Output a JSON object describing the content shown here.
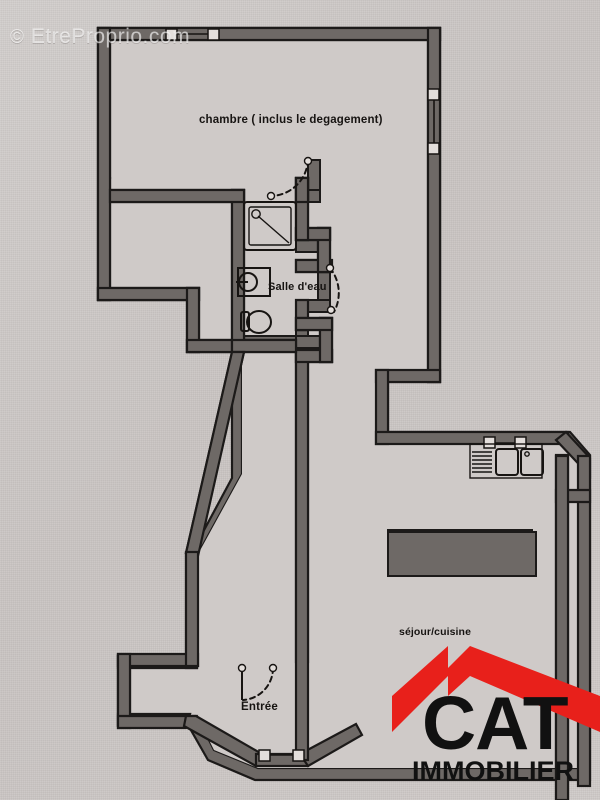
{
  "document": {
    "type": "floor-plan",
    "watermark": "© EtreProprio.com",
    "watermark_symbol": "©",
    "watermark_text": "EtreProprio.com"
  },
  "plan": {
    "rooms": [
      {
        "id": "chambre",
        "label": "chambre ( inclus le degagement)"
      },
      {
        "id": "salle_eau",
        "label": "Salle d'eau"
      },
      {
        "id": "sejour",
        "label": "séjour/cuisine"
      },
      {
        "id": "entree",
        "label": "Entrée"
      }
    ],
    "fixtures": [
      {
        "id": "shower",
        "name": "shower-tray"
      },
      {
        "id": "washbasin",
        "name": "wash-basin"
      },
      {
        "id": "toilet",
        "name": "toilet"
      },
      {
        "id": "kitchen-sink",
        "name": "kitchen-double-sink"
      },
      {
        "id": "drainboard",
        "name": "sink-drainboard"
      }
    ],
    "openings": {
      "windows": 6,
      "doors": 3
    },
    "colors": {
      "background": "#cdc8c6",
      "wall_fill": "#6e6966",
      "wall_stroke": "#1c1a19",
      "floor": "#cfcac8",
      "logo_red": "#e8201b",
      "logo_black": "#111111"
    }
  },
  "logo": {
    "brand": "CAT",
    "subtitle": "IMMOBILIER",
    "mark": "roof-chevron"
  }
}
